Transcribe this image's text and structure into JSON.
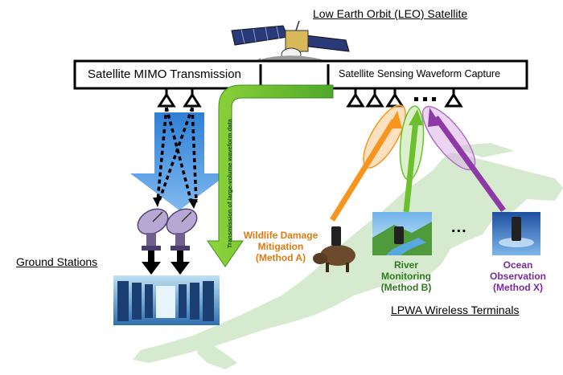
{
  "satellite_label": "Low Earth Orbit (LEO) Satellite",
  "mimo_label": "Satellite MIMO Transmission",
  "capture_label": "Satellite Sensing Waveform Capture",
  "vertical_arrow_label": "Transmission of large-volume waveform data",
  "ground_stations_label": "Ground Stations",
  "lpwa_label": "LPWA Wireless Terminals",
  "ellipsis": "...",
  "methods": [
    {
      "line1": "Wildlife Damage",
      "line2": "Mitigation",
      "line3": "(Method A)",
      "color": "#e07b10"
    },
    {
      "line1": "River",
      "line2": "Monitoring",
      "line3": "(Method B)",
      "color": "#2f7a1f"
    },
    {
      "line1": "Ocean",
      "line2": "Observation",
      "line3": "(Method X)",
      "color": "#7a2a9a"
    }
  ],
  "colors": {
    "orange": "#f7961f",
    "green": "#6cc02e",
    "purple": "#8e3aa6",
    "blue": "#3f8fe0",
    "map": "#d8ebd2"
  }
}
